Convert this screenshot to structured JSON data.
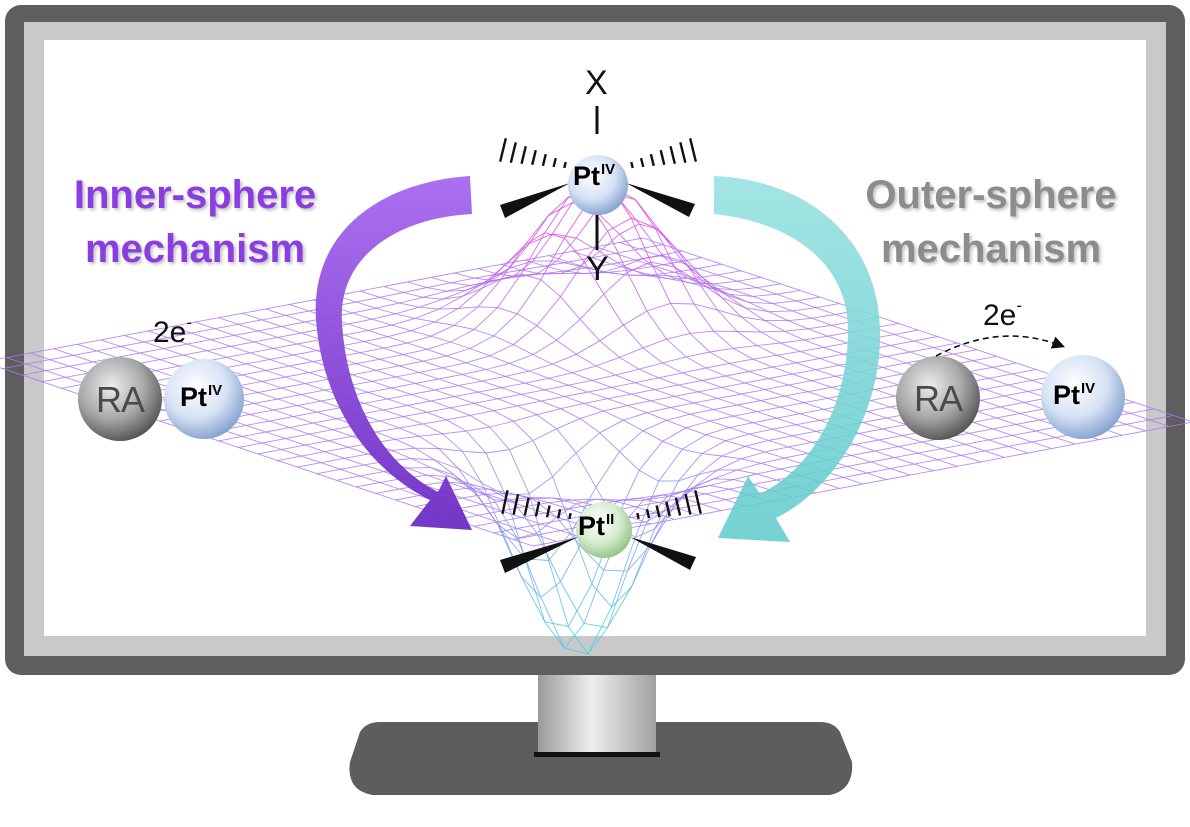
{
  "labels": {
    "inner_line1": "Inner-sphere",
    "inner_line2": "mechanism",
    "outer_line1": "Outer-sphere",
    "outer_line2": "mechanism",
    "axial_top": "X",
    "axial_bottom": "Y",
    "pt_base": "Pt",
    "pt_iv_sup": "IV",
    "pt_ii_sup": "II",
    "reductant": "RA",
    "electrons_base": "2e",
    "electrons_sup": "-"
  },
  "colors": {
    "inner": "#8a3de0",
    "outer": "#7fd6d6",
    "pt_iv_sphere": "#b9cbe8",
    "pt_ii_sphere": "#bfe0b0",
    "ra_sphere": "#7a7a7a",
    "monitor_frame": "#5e5e5e",
    "mesh_peak": "#e040e0",
    "mesh_well": "#40d0e8"
  },
  "icons": [
    "monitor-icon",
    "potential-energy-surface-mesh"
  ]
}
